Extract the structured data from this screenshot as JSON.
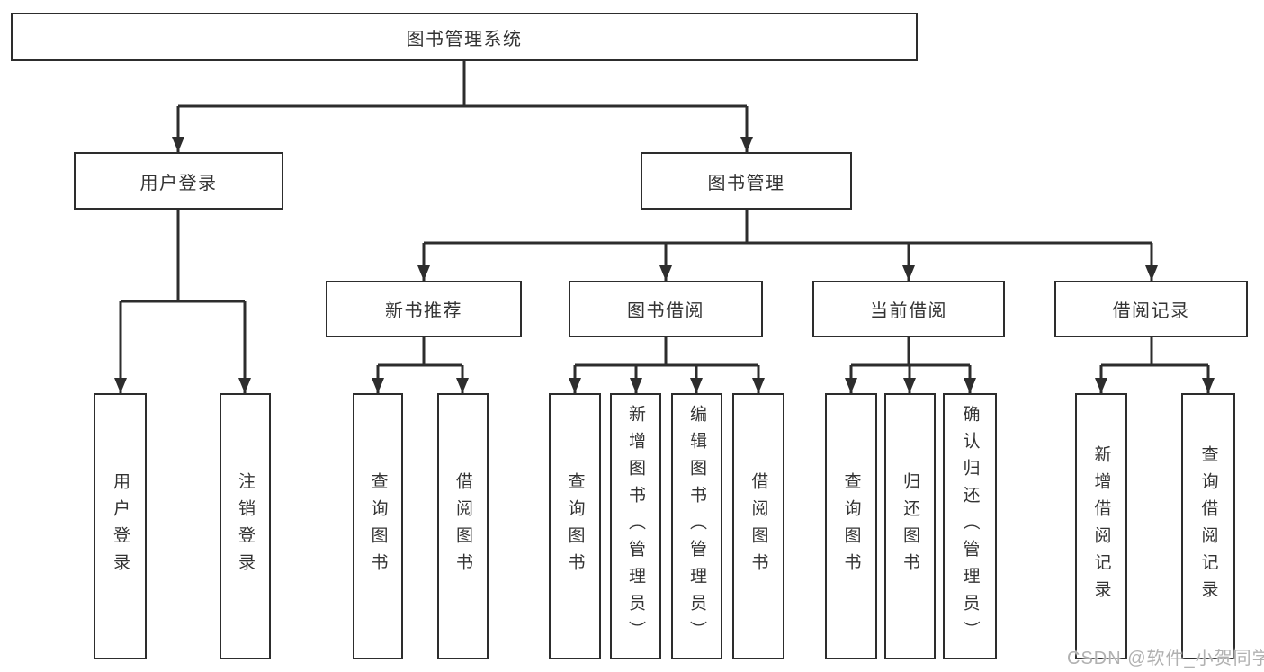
{
  "diagram": {
    "type": "hierarchy",
    "colors": {
      "line": "#2d2d2d",
      "box_border": "#2d2d2d",
      "box_fill": "#ffffff",
      "text": "#333333",
      "watermark_text": "#b1b1b1"
    },
    "tree": {
      "label": "图书管理系统",
      "children": [
        {
          "label": "用户登录",
          "children": [
            {
              "label": "用户登录"
            },
            {
              "label": "注销登录"
            }
          ]
        },
        {
          "label": "图书管理",
          "children": [
            {
              "label": "新书推荐",
              "children": [
                {
                  "label": "查询图书"
                },
                {
                  "label": "借阅图书"
                }
              ]
            },
            {
              "label": "图书借阅",
              "children": [
                {
                  "label": "查询图书"
                },
                {
                  "label": "新增图书（管理员）"
                },
                {
                  "label": "编辑图书（管理员）"
                },
                {
                  "label": "借阅图书"
                }
              ]
            },
            {
              "label": "当前借阅",
              "children": [
                {
                  "label": "查询图书"
                },
                {
                  "label": "归还图书"
                },
                {
                  "label": "确认归还（管理员）"
                }
              ]
            },
            {
              "label": "借阅记录",
              "children": [
                {
                  "label": "新增借阅记录"
                },
                {
                  "label": "查询借阅记录"
                }
              ]
            }
          ]
        }
      ]
    },
    "watermark": "CSDN @软件_小贺同学"
  }
}
